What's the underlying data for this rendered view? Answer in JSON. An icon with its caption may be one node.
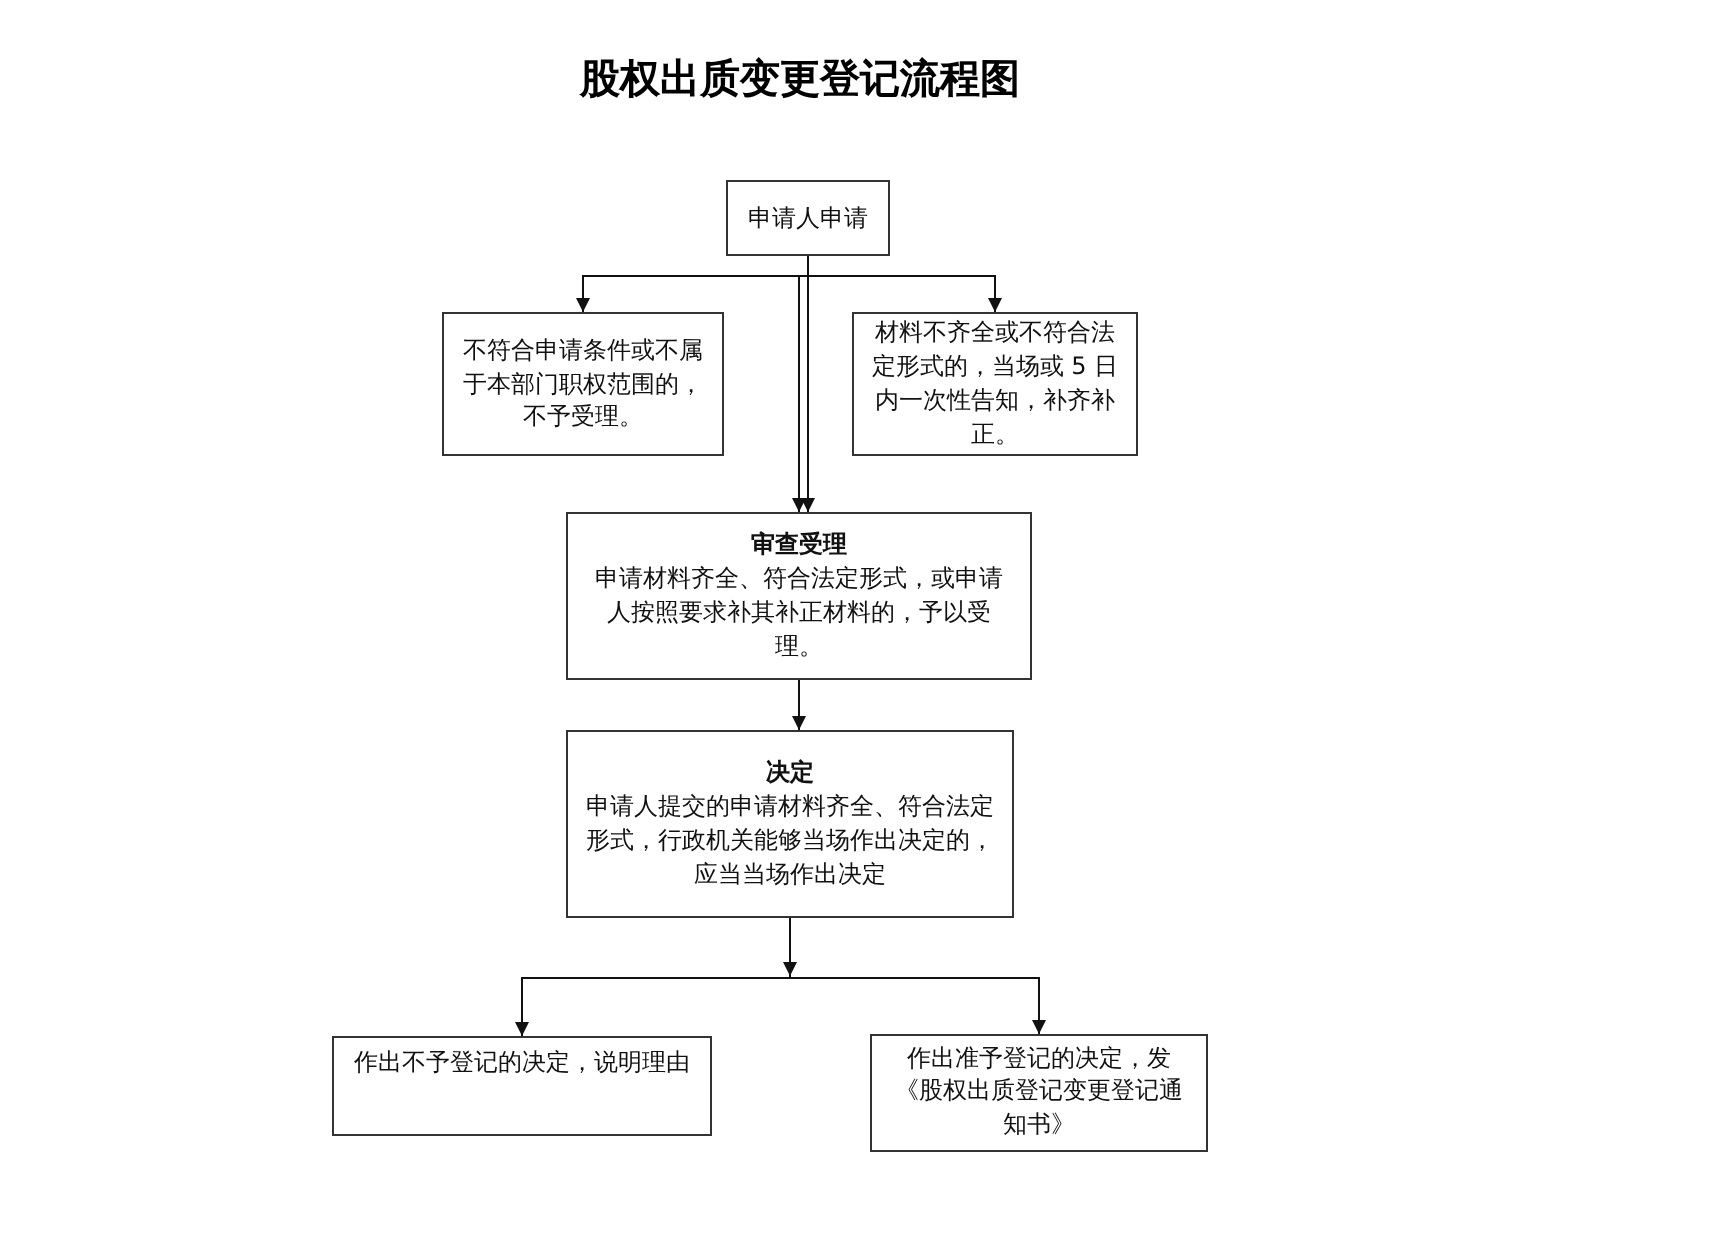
{
  "diagram": {
    "title": "股权出质变更登记流程图",
    "nodes": [
      {
        "text": [
          "申请人申请"
        ]
      },
      {
        "text": [
          "不符合申请条件或不属于本部门职权范围的，不予受理。"
        ]
      },
      {
        "text": [
          "材料不齐全或不符合法定形式的，当场或 5 日内一次性告知，补齐补正。"
        ]
      },
      {
        "text": [
          "审查受理",
          "申请材料齐全、符合法定形式，或申请人按照要求补其补正材料的，予以受理。"
        ]
      },
      {
        "text": [
          "决定",
          "申请人提交的申请材料齐全、符合法定形式，行政机关能够当场作出决定的，应当当场作出决定"
        ]
      },
      {
        "text": [
          "作出不予登记的决定，说明理由"
        ]
      },
      {
        "text": [
          "作出准予登记的决定，发《股权出质登记变更登记通知书》"
        ]
      }
    ],
    "edges": [
      {
        "from": 0,
        "to": 1,
        "arrow": "to"
      },
      {
        "from": 0,
        "to": 2,
        "arrow": "to"
      },
      {
        "from": 0,
        "to": 3,
        "arrow": "to"
      },
      {
        "from": 2,
        "to": 3,
        "arrow": "to"
      },
      {
        "from": 3,
        "to": 4,
        "arrow": "to"
      },
      {
        "from": 4,
        "to": 5,
        "arrow": "to"
      },
      {
        "from": 4,
        "to": 6,
        "arrow": "to"
      }
    ]
  }
}
